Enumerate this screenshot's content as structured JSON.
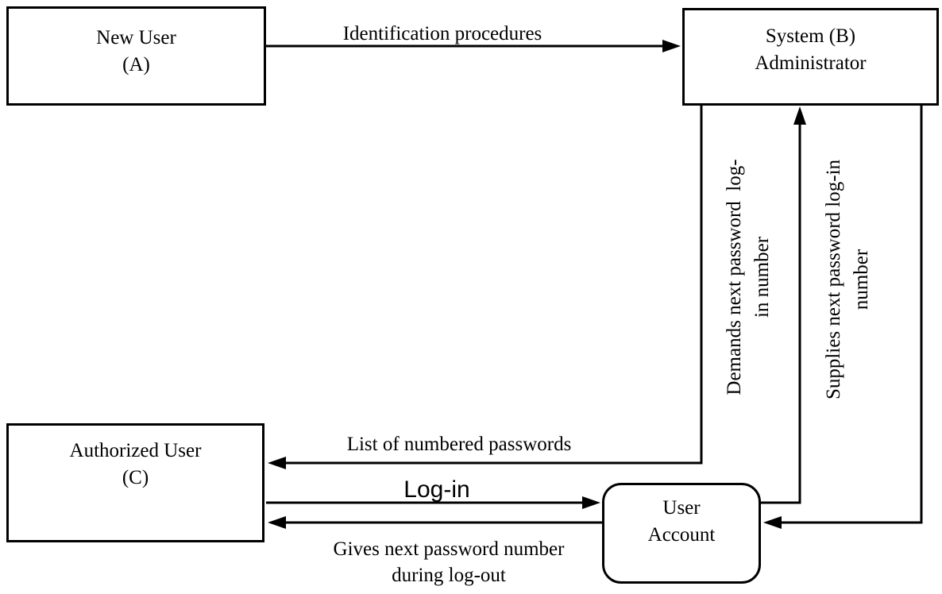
{
  "diagram": {
    "background_color": "#ffffff",
    "line_color": "#000000",
    "nodes": {
      "new_user": {
        "line1": "New User",
        "line2": "(A)",
        "shape": "rectangle"
      },
      "system_admin": {
        "line1": "System (B)",
        "line2": "Administrator",
        "shape": "rectangle"
      },
      "authorized_user": {
        "line1": "Authorized User",
        "line2": "(C)",
        "shape": "rectangle"
      },
      "user_account": {
        "line1": "User",
        "line2": "Account",
        "shape": "rounded-rectangle"
      }
    },
    "flows": {
      "identification": {
        "label": "Identification procedures",
        "from": "new_user",
        "to": "system_admin"
      },
      "list_passwords": {
        "label": "List of numbered passwords",
        "from": "system_admin",
        "to": "authorized_user"
      },
      "login": {
        "label": "Log-in",
        "from": "authorized_user",
        "to": "user_account"
      },
      "gives_number": {
        "line1": "Gives next password number",
        "line2": "during log-out",
        "from": "user_account",
        "to": "authorized_user"
      },
      "demands": {
        "line1": "Demands next password  log-",
        "line2": "in number",
        "from": "user_account",
        "to": "system_admin"
      },
      "supplies": {
        "line1": "Supplies next password log-in",
        "line2": "number",
        "from": "system_admin",
        "to": "user_account"
      }
    }
  }
}
